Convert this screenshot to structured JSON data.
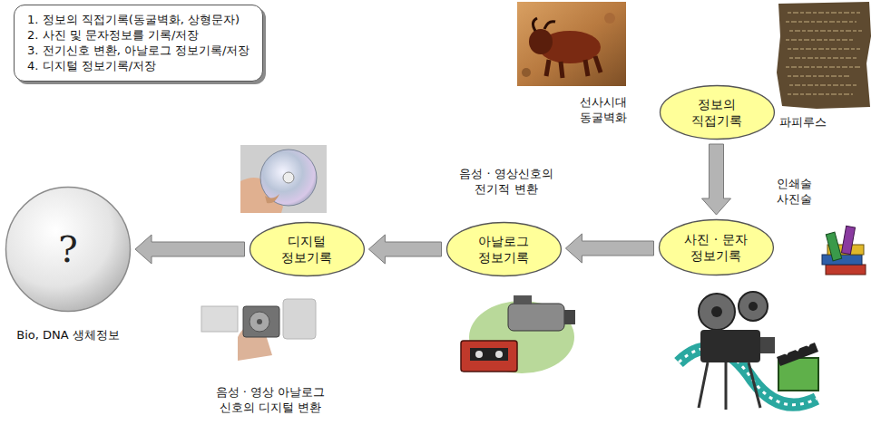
{
  "diagram": {
    "nodes": [
      {
        "text": [
          "1. 정보의 직접기록(동굴벽화, 상형문자)",
          "2. 사진 및 문자정보를 기록/저장",
          "3. 전기신호 변환, 아날로그 정보기록/저장",
          "4. 디지털 정보기록/저장"
        ]
      },
      {
        "text": [
          "정보의 직접기록"
        ]
      },
      {
        "text": [
          "사진 · 문자 정보기록"
        ]
      },
      {
        "text": [
          "아날로그 정보기록"
        ]
      },
      {
        "text": [
          "디지털 정보기록"
        ]
      },
      {
        "text": [
          "?",
          "Bio, DNA 생체정보"
        ]
      }
    ],
    "edges": [
      {
        "from": 1,
        "to": 2,
        "arrow": "to"
      },
      {
        "from": 2,
        "to": 3,
        "arrow": "to"
      },
      {
        "from": 3,
        "to": 4,
        "arrow": "to"
      },
      {
        "from": 4,
        "to": 5,
        "arrow": "to"
      }
    ],
    "labels": [
      "선사시대 동굴벽화",
      "파피루스",
      "인쇄술 사진술",
      "음성 · 영상신호의 전기적 변환",
      "음성 · 영상 아날로그 신호의 디지털 변환"
    ]
  }
}
